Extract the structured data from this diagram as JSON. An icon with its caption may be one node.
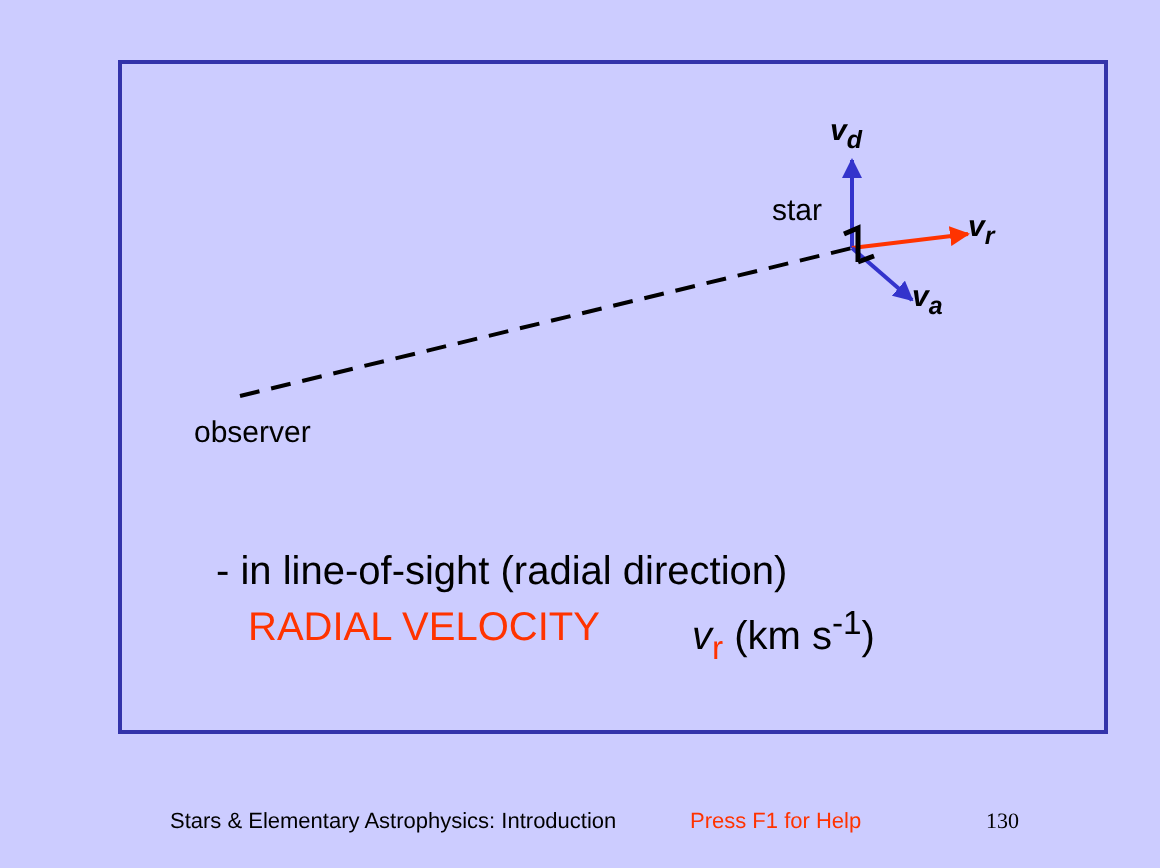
{
  "diagram": {
    "nodes": [
      {
        "text": [
          "star"
        ]
      },
      {
        "text": [
          "observer"
        ]
      },
      {
        "text": [
          "v$_{d}$"
        ]
      },
      {
        "text": [
          "v$_{r}$"
        ]
      },
      {
        "text": [
          "v$_{a}$"
        ]
      }
    ],
    "edges": [
      {
        "from": 1,
        "to": 0,
        "arrow": "none",
        "style": "dashed",
        "color": "#000000"
      },
      {
        "from": 0,
        "to": 2,
        "arrow": "to",
        "color": "#3333cc"
      },
      {
        "from": 0,
        "to": 3,
        "arrow": "to",
        "color": "#ff3300"
      },
      {
        "from": 0,
        "to": 4,
        "arrow": "to",
        "color": "#3333cc"
      }
    ],
    "labels": [
      "- in line-of-sight (radial direction)",
      "RADIAL VELOCITY",
      "*v*$_{r}$ (km s$^{-1}$)",
      "Stars & Elementary Astrophysics: Introduction",
      "Press F1 for Help",
      "130"
    ]
  }
}
